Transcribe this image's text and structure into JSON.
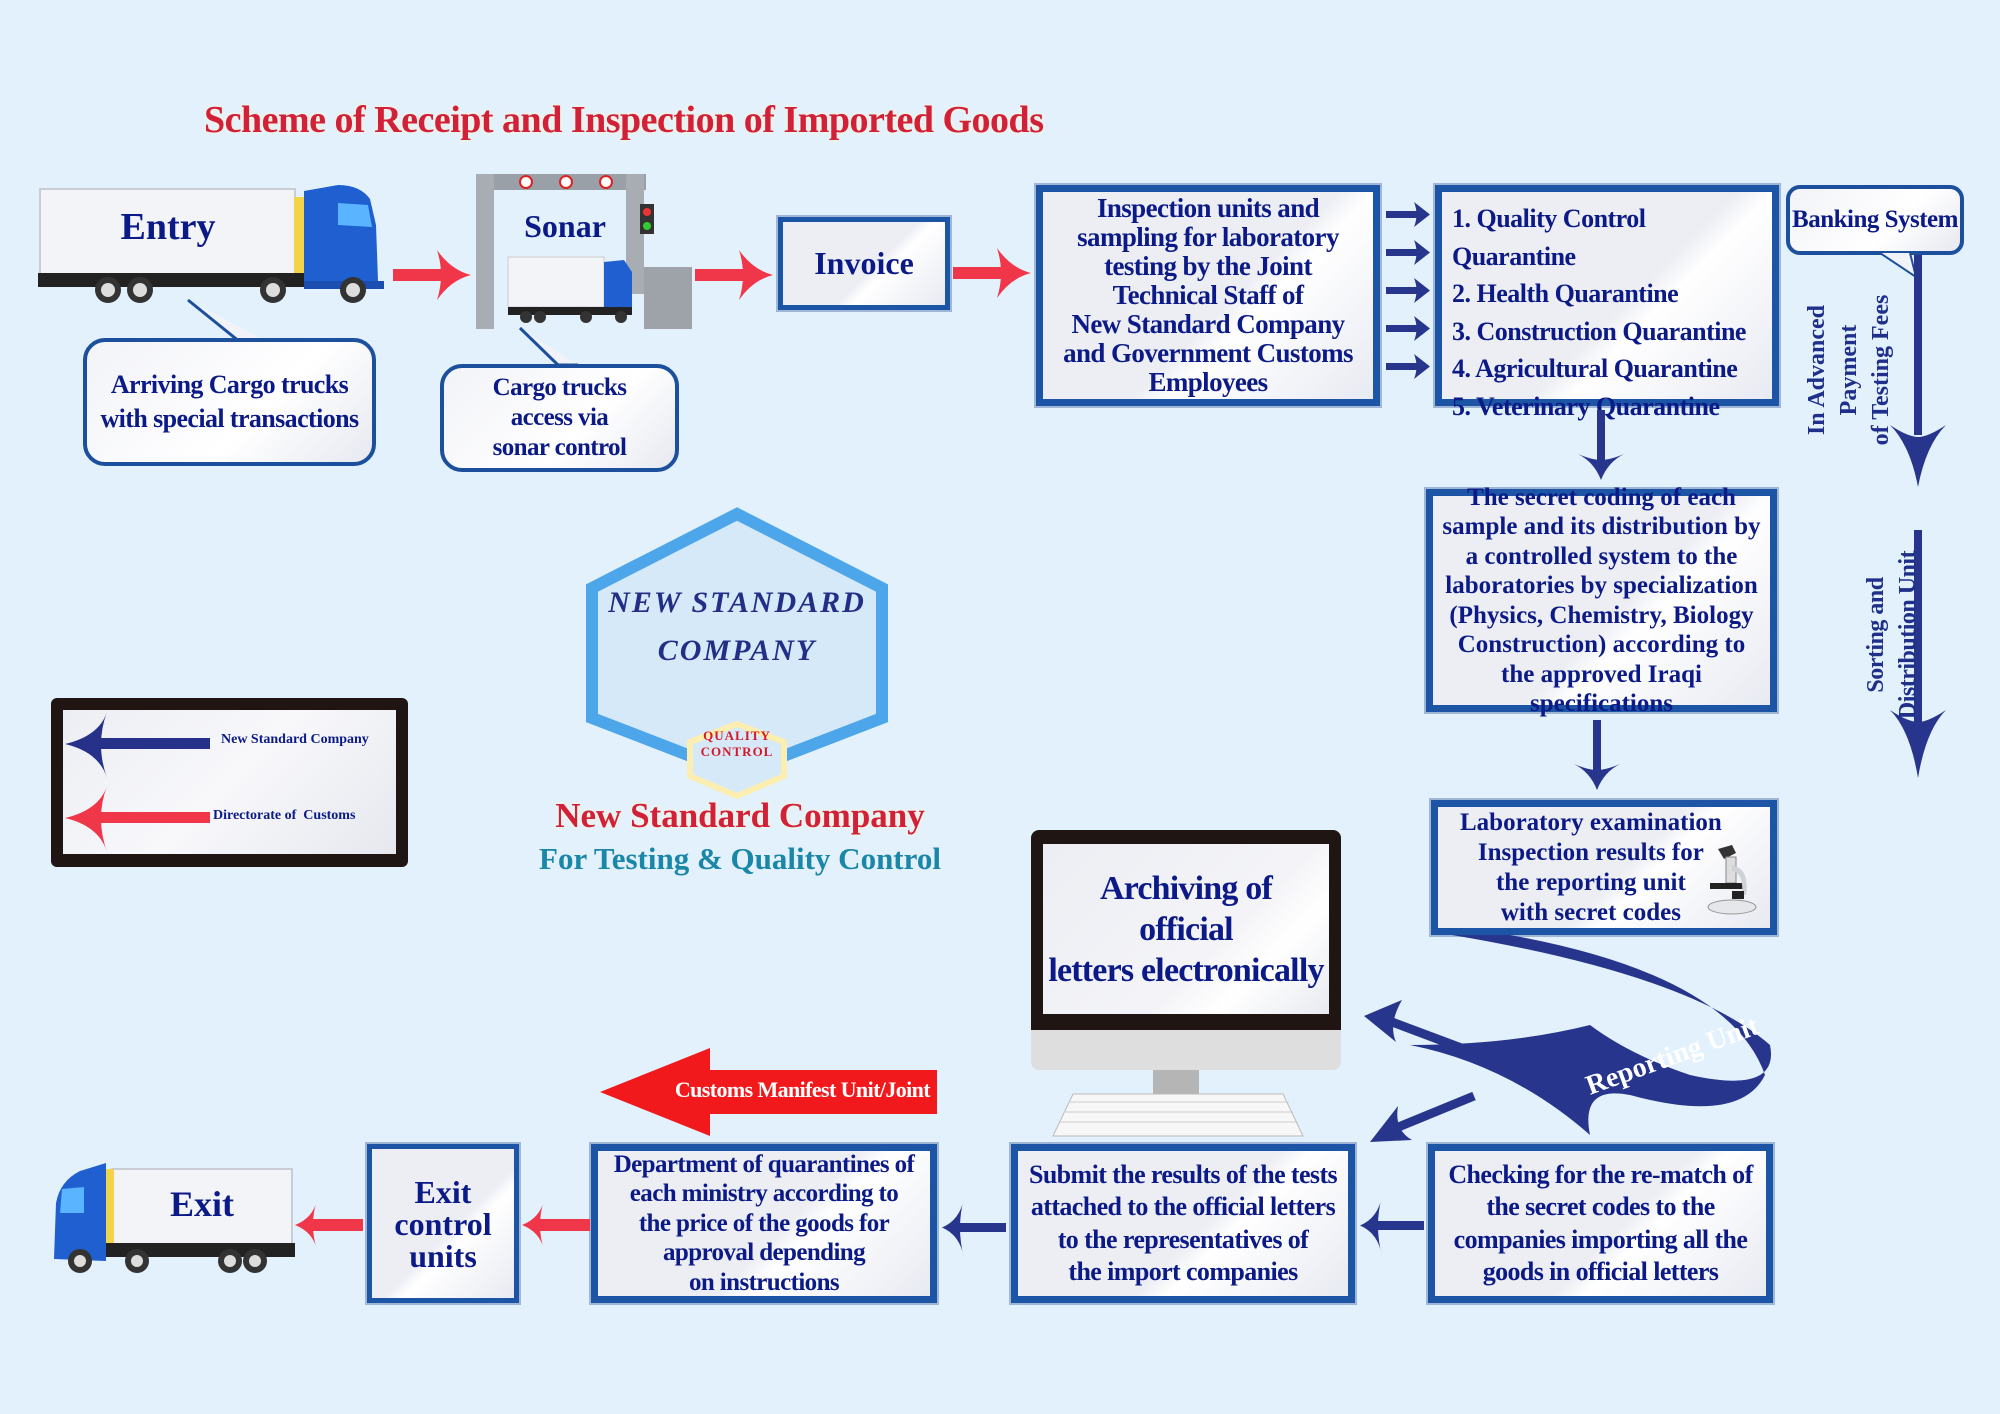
{
  "title": "Scheme of Receipt and Inspection of Imported Goods",
  "entry": {
    "truck_label": "Entry",
    "bubble": "Arriving Cargo trucks\nwith special transactions"
  },
  "sonar": {
    "label": "Sonar",
    "bubble": "Cargo trucks\naccess via\nsonar control"
  },
  "invoice": {
    "label": "Invoice"
  },
  "inspection": {
    "text": "Inspection units and\nsampling for laboratory\ntesting by the Joint\nTechnical Staff of\nNew Standard Company\nand Government Customs\nEmployees"
  },
  "quarantines": [
    "1. Quality Control Quarantine",
    "2. Health Quarantine",
    "3. Construction Quarantine",
    "4. Agricultural Quarantine",
    "5. Veterinary Quarantine"
  ],
  "banking": {
    "label": "Banking System",
    "payment_text": "In Advanced\nPayment\nof Testing Fees",
    "sorting_text": "Sorting and\nDistribution Unit"
  },
  "secret_coding": {
    "text": "The secret coding of each\nsample and its distribution by\na controlled system to the\nlaboratories by specialization\n(Physics, Chemistry, Biology\nConstruction) according to\nthe approved Iraqi specifications"
  },
  "lab_exam": {
    "text": "Laboratory examination\nInspection results for\nthe reporting unit\nwith secret codes"
  },
  "logo": {
    "line1": "NEW STANDARD",
    "line2": "COMPANY",
    "badge_line1": "QUALITY",
    "badge_line2": "CONTROL",
    "company_name": "New Standard Company",
    "tagline": "For Testing & Quality Control",
    "colors": {
      "hex_border": "#4ea6ea",
      "name": "#d22038",
      "tagline": "#1a86a8"
    }
  },
  "legend": {
    "items": [
      {
        "label": "New Standard Company",
        "color": "#26328a"
      },
      {
        "label": "Directorate of  Customs",
        "color": "#f0374a"
      }
    ]
  },
  "archive": {
    "text": "Archiving of\nofficial\nletters electronically"
  },
  "reporting_unit": {
    "label": "Reporting Unit"
  },
  "customs_manifest": {
    "label": "Customs Manifest Unit/Joint"
  },
  "checking": {
    "text": "Checking for the re-match of\nthe secret codes to the\ncompanies importing all the\ngoods in official letters"
  },
  "submit": {
    "text": "Submit the results of the tests\nattached to the official letters\nto the representatives of\nthe import companies"
  },
  "department": {
    "text": "Department of quarantines of\neach ministry according to\nthe price of the goods for\napproval depending\non instructions"
  },
  "exit_control": {
    "text": "Exit\ncontrol\nunits"
  },
  "exit": {
    "truck_label": "Exit"
  },
  "colors": {
    "background": "#e3f1fc",
    "box_border": "#1c55a6",
    "text": "#0b1a86",
    "customs_arrow": "#f0374a",
    "company_arrow": "#26328a"
  }
}
